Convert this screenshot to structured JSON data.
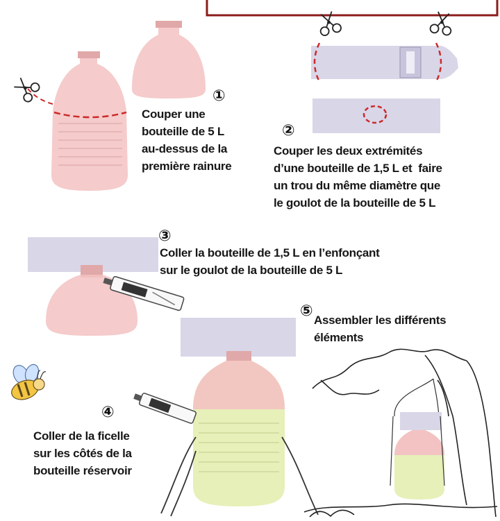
{
  "steps": [
    {
      "number": "①",
      "text": "Couper une\nbouteille de 5 L\nau-dessus de la\npremière rainure"
    },
    {
      "number": "②",
      "text": "Couper les deux extrémités\nd’une bouteille de 1,5 L et  faire\nun trou du même diamètre que\nle goulot de la bouteille de 5 L"
    },
    {
      "number": "③",
      "text": "Coller la bouteille de 1,5 L en l’enfonçant\nsur le goulot de la bouteille de 5 L"
    },
    {
      "number": "④",
      "text": "Coller de la ficelle\nsur les côtés de la\nbouteille réservoir"
    },
    {
      "number": "⑤",
      "text": "Assembler les différents\néléments"
    }
  ],
  "icons": [
    "scissors-icon",
    "bee-icon",
    "glue-tube-icon",
    "tree-icon"
  ],
  "colors": {
    "bottle_pink": "#f3c2c2",
    "bottle_lavender": "#d9d6e8",
    "liquid_green": "#e6f0b8",
    "cut_line": "#cc2a2a",
    "frame_border": "#8a1c1c"
  }
}
